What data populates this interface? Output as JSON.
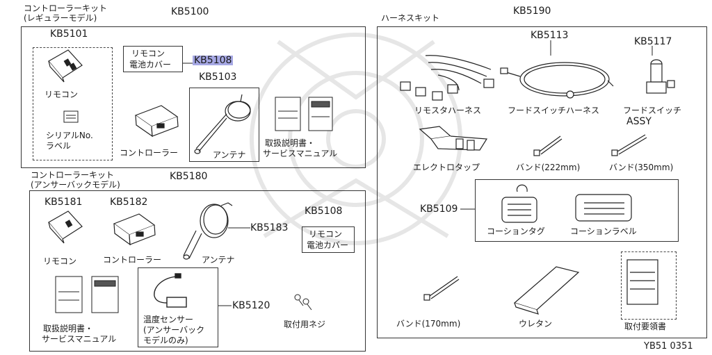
{
  "regular_kit": {
    "title": "コントローラーキット",
    "subtitle": "(レギュラーモデル)",
    "code": "KB5100",
    "remote": {
      "code": "KB5101",
      "name": "リモコン"
    },
    "serial_label": {
      "line1": "シリアルNo.",
      "line2": "ラベル"
    },
    "battery_cover": {
      "line1": "リモコン",
      "line2": "電池カバー",
      "code": "KB5108"
    },
    "antenna": {
      "code": "KB5103",
      "name": "アンテナ"
    },
    "controller": {
      "name": "コントローラー"
    },
    "manuals": {
      "line1": "取扱説明書・",
      "line2": "サービスマニュアル"
    }
  },
  "answerback_kit": {
    "title": "コントローラーキット",
    "subtitle": "(アンサーバックモデル)",
    "code": "KB5180",
    "remote": {
      "code": "KB5181",
      "name": "リモコン"
    },
    "controller": {
      "code": "KB5182",
      "name": "コントローラー"
    },
    "antenna": {
      "code": "KB5183",
      "name": "アンテナ"
    },
    "battery_cover": {
      "code": "KB5108",
      "line1": "リモコン",
      "line2": "電池カバー"
    },
    "temp_sensor": {
      "code": "KB5120",
      "line1": "温度センサー",
      "line2": "(アンサーバック",
      "line3": "モデルのみ)"
    },
    "screws": "取付用ネジ",
    "manuals": {
      "line1": "取扱説明書・",
      "line2": "サービスマニュアル"
    }
  },
  "harness_kit": {
    "code": "KB5190",
    "title": "ハーネスキット",
    "remote_start_harness": "リモスタハーネス",
    "hood_harness": {
      "code": "KB5113",
      "name": "フードスイッチハーネス"
    },
    "hood_switch": {
      "code": "KB5117",
      "line1": "フードスイッチ",
      "line2": "ASSY"
    },
    "electro_tap": "エレクトロタップ",
    "band_222": "バンド(222mm)",
    "band_350": "バンド(350mm)",
    "caution": {
      "code": "KB5109",
      "tag": "コーションタグ",
      "label": "コーションラベル"
    },
    "band_170": "バンド(170mm)",
    "urethane": "ウレタン",
    "installation_guide": "取付要領書"
  },
  "figure_code": "YB51 0351"
}
